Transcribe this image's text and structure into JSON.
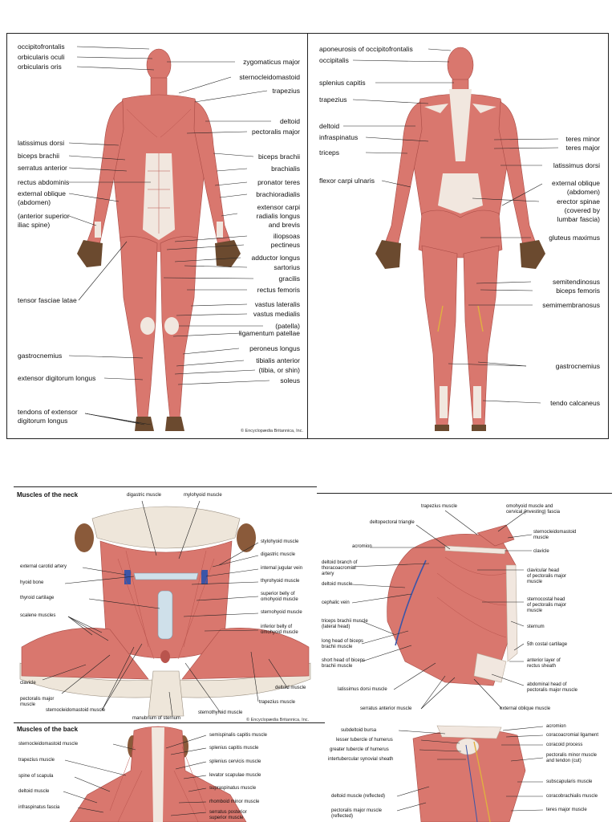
{
  "front": {
    "credit": "© Encyclopædia Britannica, Inc.",
    "left": [
      "occipitofrontalis",
      "orbicularis oculi",
      "orbicularis oris",
      "latissimus dorsi",
      "biceps brachii",
      "serratus anterior",
      "rectus abdominis",
      "external oblique",
      "(abdomen)",
      "(anterior superior",
      "iliac spine)",
      "tensor fasciae latae",
      "gastrocnemius",
      "extensor digitorum longus",
      "tendons of extensor",
      "digitorum longus"
    ],
    "right": [
      "zygomaticus major",
      "sternocleidomastoid",
      "trapezius",
      "deltoid",
      "pectoralis major",
      "biceps brachii",
      "brachialis",
      "pronator teres",
      "brachioradialis",
      "extensor carpi",
      "radialis longus",
      "and brevis",
      "iliopsoas",
      "pectineus",
      "adductor longus",
      "sartorius",
      "gracilis",
      "rectus femoris",
      "vastus lateralis",
      "vastus medialis",
      "(patella)",
      "ligamentum patellae",
      "peroneus longus",
      "tibialis anterior",
      "(tibia, or shin)",
      "soleus"
    ]
  },
  "back": {
    "left": [
      "aponeurosis of occipitofrontalis",
      "occipitalis",
      "splenius capitis",
      "trapezius",
      "deltoid",
      "infraspinatus",
      "triceps",
      "flexor carpi ulnaris"
    ],
    "right": [
      "teres minor",
      "teres major",
      "latissimus dorsi",
      "external oblique",
      "(abdomen)",
      "erector spinae",
      "(covered by",
      "lumbar fascia)",
      "gluteus maximus",
      "semitendinosus",
      "biceps femoris",
      "semimembranosus",
      "gastrocnemius",
      "tendo calcaneus"
    ]
  },
  "neck": {
    "title": "Muscles of the neck",
    "credit": "© Encyclopædia Britannica, Inc.",
    "top": [
      "digastric muscle",
      "mylohyoid muscle"
    ],
    "left": [
      "external carotid artery",
      "hyoid bone",
      "thyroid cartilage",
      "scalene muscles",
      "clavicle",
      "pectoralis major",
      "muscle",
      "sternocleidomastoid muscle"
    ],
    "right": [
      "stylohyoid muscle",
      "digastric muscle",
      "internal jugular vein",
      "thyrohyoid muscle",
      "superior belly of",
      "omohyoid muscle",
      "sternohyoid muscle",
      "inferior belly of",
      "omohyoid muscle",
      "deltoid muscle",
      "trapezius muscle",
      "sternothyroid muscle"
    ],
    "bottom": [
      "manubrium of sternum"
    ]
  },
  "shoulder": {
    "top": [
      "trapezius muscle",
      "omohyoid muscle and",
      "cervical (investing) fascia",
      "deltopectoral triangle",
      "sternocleidomastoid",
      "muscle",
      "acromion",
      "clavicle"
    ],
    "left": [
      "deltoid branch of",
      "thoracoacromial",
      "artery",
      "deltoid muscle",
      "cephalic vein",
      "triceps brachii muscle",
      "(lateral head)",
      "long head of biceps",
      "brachii muscle",
      "short head of biceps",
      "brachii muscle",
      "latissimus dorsi muscle",
      "serratus anterior muscle"
    ],
    "right": [
      "clavicular head",
      "of pectoralis major",
      "muscle",
      "sternocostal head",
      "of pectoralis major",
      "muscle",
      "sternum",
      "5th costal cartilage",
      "anterior layer of",
      "rectus sheath",
      "abdominal head of",
      "pectoralis major muscle",
      "external oblique muscle"
    ]
  },
  "backmuscles": {
    "title": "Muscles of the back",
    "left": [
      "sternocleidomastoid muscle",
      "trapezius muscle",
      "spine of scapula",
      "deltoid muscle",
      "infraspinatus fascia"
    ],
    "right": [
      "semispinalis capitis muscle",
      "splenius capitis muscle",
      "splenius cervicis muscle",
      "levator scapulae muscle",
      "supraspinatus muscle",
      "rhomboid minor muscle",
      "serratus posterior",
      "superior muscle"
    ]
  },
  "deep": {
    "left": [
      "subdeltoid bursa",
      "lesser tubercle of humerus",
      "greater tubercle of humerus",
      "intertubercular synovial sheath",
      "deltoid muscle (reflected)",
      "pectoralis major muscle",
      "(reflected)"
    ],
    "right": [
      "acromion",
      "coracoacromial ligament",
      "coracoid process",
      "pectoralis minor muscle",
      "and tendon (cut)",
      "subscapularis muscle",
      "coracobrachialis muscle",
      "teres major muscle"
    ]
  },
  "colors": {
    "muscle": "#d9776e",
    "muscle_dark": "#b9544d",
    "tendon": "#f1e7df",
    "skin": "#6b4a2f",
    "vein": "#3b55a8",
    "cartilage": "#cfe0ea"
  }
}
